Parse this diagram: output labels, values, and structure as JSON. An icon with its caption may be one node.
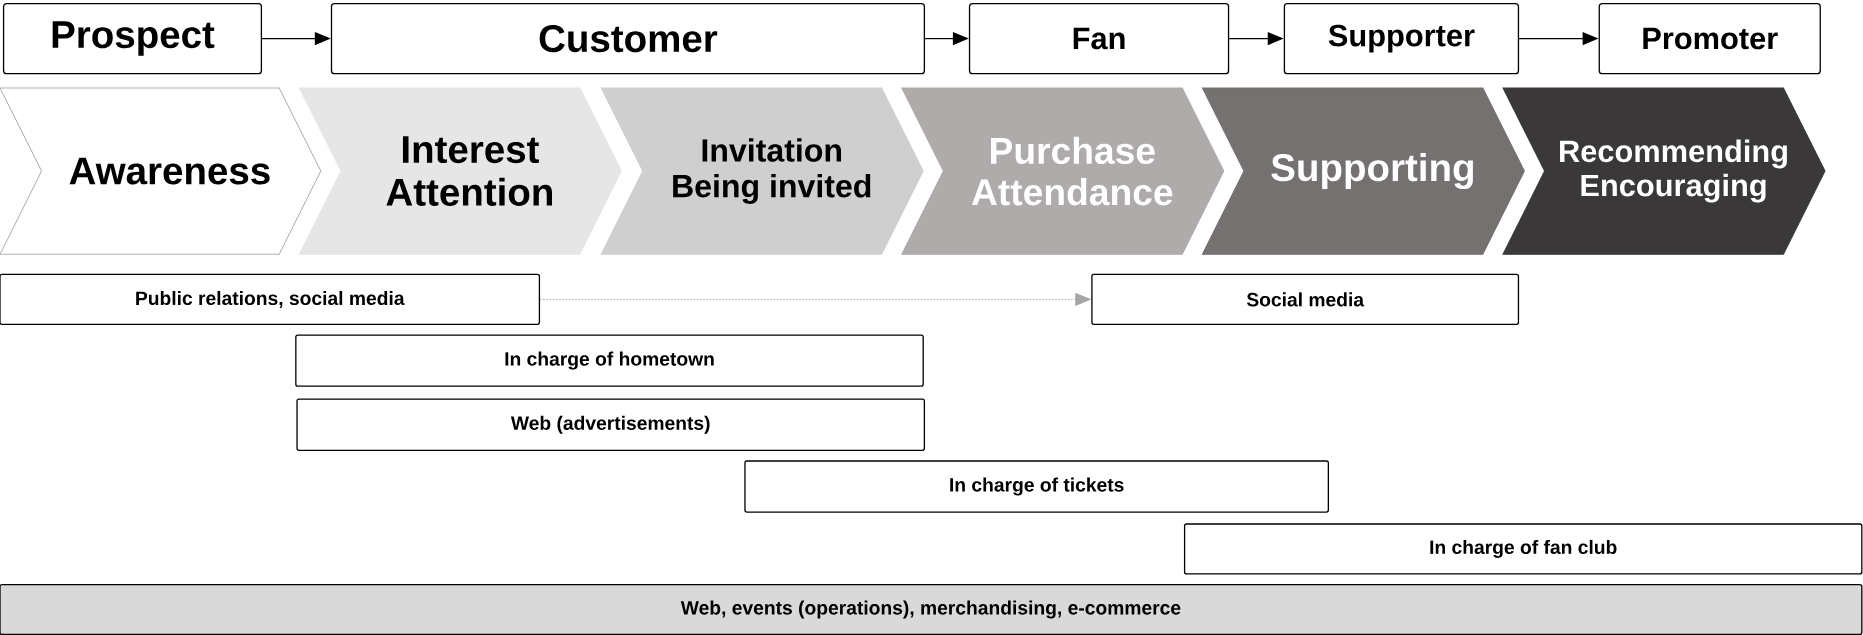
{
  "diagram": {
    "nodes": [
      {
        "text": [
          "Prospect"
        ]
      },
      {
        "text": [
          "Customer"
        ]
      },
      {
        "text": [
          "Fan"
        ]
      },
      {
        "text": [
          "Supporter"
        ]
      },
      {
        "text": [
          "Promoter"
        ]
      },
      {
        "text": [
          "Awareness"
        ]
      },
      {
        "text": [
          "Interest",
          "Attention"
        ]
      },
      {
        "text": [
          "Invitation",
          "Being invited"
        ]
      },
      {
        "text": [
          "Purchase",
          "Attendance"
        ]
      },
      {
        "text": [
          "Supporting"
        ]
      },
      {
        "text": [
          "Recommending",
          "Encouraging"
        ]
      },
      {
        "text": [
          "Public relations, social media"
        ]
      },
      {
        "text": [
          "Social media"
        ]
      },
      {
        "text": [
          "In charge of hometown"
        ]
      },
      {
        "text": [
          "Web (advertisements)"
        ]
      },
      {
        "text": [
          "In charge of tickets"
        ]
      },
      {
        "text": [
          "In charge of fan club"
        ]
      },
      {
        "text": [
          "Web, events (operations), merchandising, e-commerce"
        ]
      }
    ],
    "edges": [
      {
        "from": 0,
        "to": 1,
        "arrow": "to"
      },
      {
        "from": 1,
        "to": 2,
        "arrow": "to"
      },
      {
        "from": 2,
        "to": 3,
        "arrow": "to"
      },
      {
        "from": 3,
        "to": 4,
        "arrow": "to"
      },
      {
        "from": 11,
        "to": 12,
        "arrow": "to",
        "style": "dashed",
        "color": "#a6a6a6"
      }
    ]
  }
}
